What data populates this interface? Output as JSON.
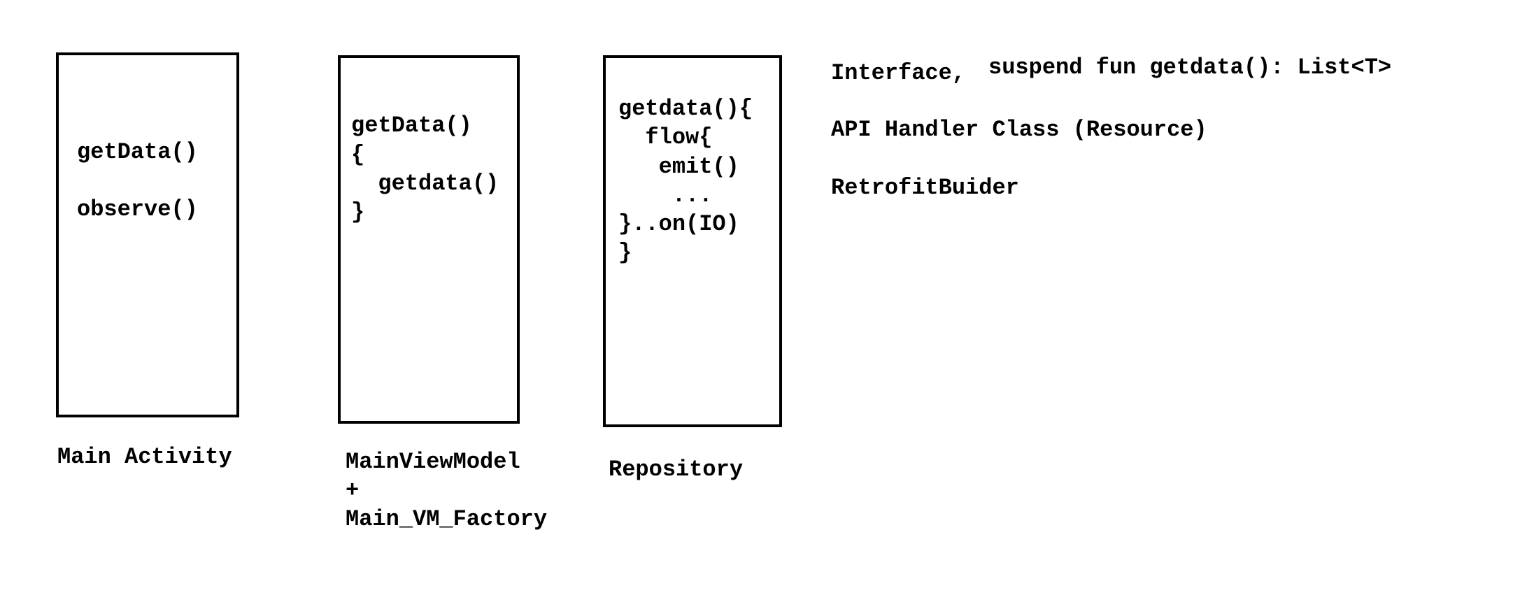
{
  "main_activity": {
    "lines": [
      "getData()",
      "observe()"
    ],
    "label": "Main Activity"
  },
  "main_view_model": {
    "lines": [
      "getData()",
      "{",
      "  getdata()",
      "}"
    ],
    "label_lines": [
      "MainViewModel",
      "+",
      "Main_VM_Factory"
    ]
  },
  "repository": {
    "lines": [
      "getdata(){",
      "  flow{",
      "   emit()",
      "    ...",
      "}..on(IO)",
      "}"
    ],
    "label": "Repository"
  },
  "notes": {
    "interface_prefix": "Interface,",
    "interface_signature": "suspend fun getdata(): List<T>",
    "api_handler": "API Handler Class (Resource)",
    "retrofit": "RetrofitBuider"
  }
}
